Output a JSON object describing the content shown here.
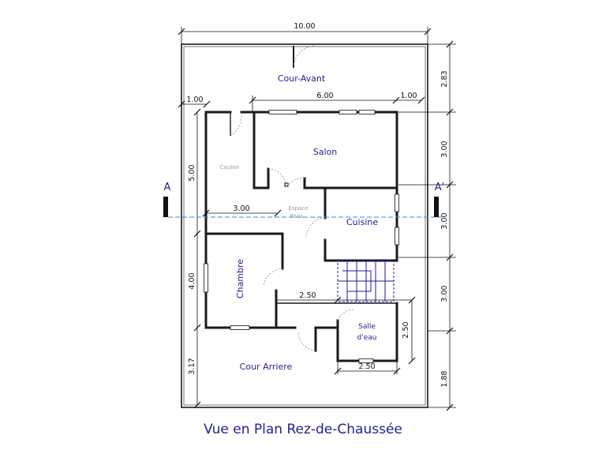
{
  "title": "Vue en Plan Rez-de-Chaussée",
  "section_marks": {
    "left": "A",
    "right": "A'"
  },
  "rooms": {
    "cour_avant": "Cour-Avant",
    "salon": "Salon",
    "cuisine": "Cuisine",
    "chambre": "Chambre",
    "salle_line1": "Salle",
    "salle_line2": "d'eau",
    "cour_arriere": "Cour Arriere",
    "couloir": "Couloir",
    "espace_line1": "Espace",
    "espace_line2": "Paris"
  },
  "dimensions": {
    "overall_width": "10.00",
    "salon_width": "6.00",
    "left_setback": "1.00",
    "right_setback": "1.00",
    "couloir_depth": "5.00",
    "corridor_width": "3.00",
    "chambre_depth": "4.00",
    "rear_depth": "3.17",
    "salle_width_top": "2.50",
    "salle_depth": "2.50",
    "salle_width_bottom": "2.50",
    "right_1": "2.83",
    "right_2": "3.00",
    "right_3": "3.00",
    "right_4": "3.00",
    "right_5": "1.88"
  },
  "colors": {
    "labels": "#1f1f8f",
    "section_line": "#2f8fd0",
    "walls": "#1a1a1a"
  }
}
